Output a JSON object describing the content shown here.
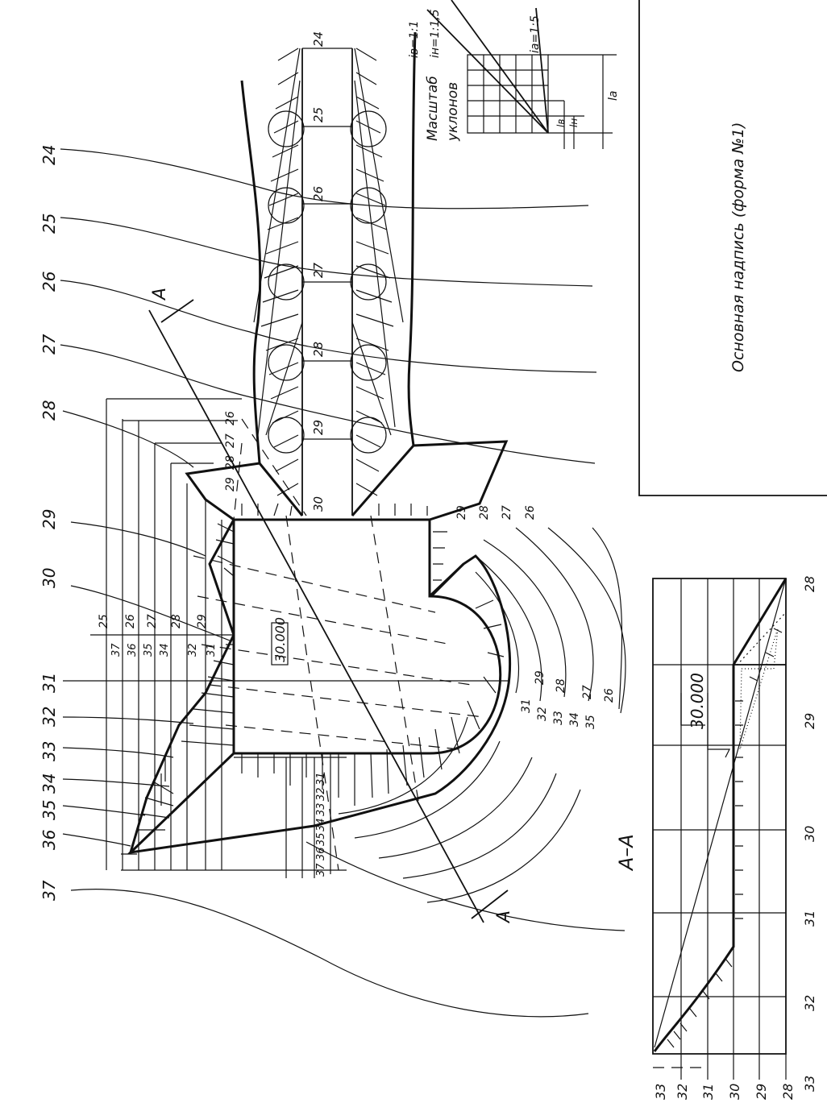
{
  "title_block": {
    "text": "Основная надпись (форма №1)"
  },
  "slope_scale": {
    "title_line1": "Масштаб",
    "title_line2": "уклонов",
    "labels": [
      "iв=1:1",
      "iн=1:1,5",
      "iа=1:5"
    ],
    "dims": [
      "lв",
      "lн",
      "lа"
    ]
  },
  "platform_mark": "30.000",
  "section": {
    "name": "А–А",
    "cut_letter": "А",
    "mark": "30.000",
    "levels": [
      "33",
      "32",
      "31",
      "30",
      "29",
      "28"
    ],
    "stations": [
      "33",
      "32",
      "31",
      "30",
      "29",
      "28"
    ]
  },
  "contours": [
    "24",
    "25",
    "26",
    "27",
    "28",
    "29",
    "30",
    "31",
    "32",
    "33",
    "34",
    "35",
    "36",
    "37"
  ],
  "road_marks": [
    "24",
    "25",
    "26",
    "27",
    "28",
    "29",
    "30"
  ],
  "corner_left_marks": [
    "29",
    "28",
    "27",
    "26"
  ],
  "corner_right_marks": [
    "29",
    "28",
    "27",
    "26"
  ],
  "left_scale_top": [
    "25",
    "26",
    "27",
    "28",
    "29"
  ],
  "left_scale_bottom": [
    "37",
    "36",
    "35",
    "34",
    "32",
    "31"
  ],
  "bottom_scale": [
    "37",
    "36",
    "35",
    "34",
    "33",
    "32",
    "31"
  ],
  "arc_marks": [
    "31",
    "29",
    "32",
    "28",
    "33",
    "34",
    "27",
    "35",
    "26"
  ]
}
